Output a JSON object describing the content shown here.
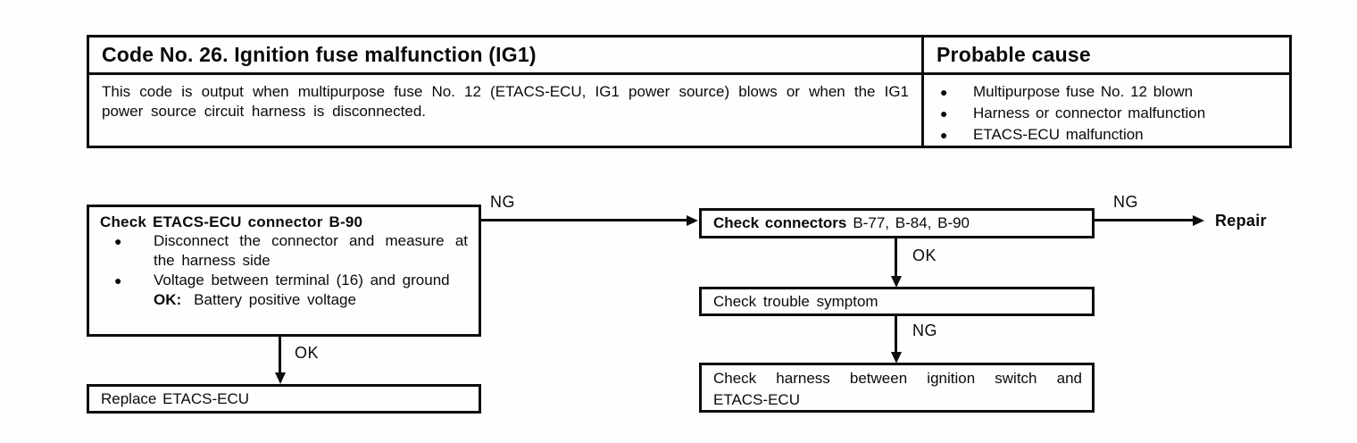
{
  "colors": {
    "ink": "#0d0d0d",
    "paper": "#fefefe"
  },
  "icons": {
    "bullet": "●"
  },
  "table": {
    "code_title": "Code No. 26. Ignition fuse malfunction (IG1)",
    "probable_cause_header": "Probable cause",
    "description": "This code is output when multipurpose fuse No. 12 (ETACS-ECU, IG1 power source) blows or when the IG1 power source circuit harness is disconnected.",
    "causes": [
      "Multipurpose fuse No. 12 blown",
      "Harness or connector malfunction",
      "ETACS-ECU malfunction"
    ]
  },
  "flowchart": {
    "step1": {
      "title": "Check ETACS-ECU connector B-90",
      "bullet1": "Disconnect the connector and measure at the harness side",
      "bullet2": "Voltage between terminal (16) and ground",
      "ok_key": "OK:",
      "ok_value": "Battery positive voltage"
    },
    "step2": {
      "label_bold": "Check connectors",
      "label_rest": "B-77, B-84, B-90"
    },
    "step3": {
      "label": "Check trouble symptom"
    },
    "step4": {
      "label": "Check harness between ignition switch and ETACS-ECU"
    },
    "step5": {
      "label": "Replace ETACS-ECU"
    },
    "labels": {
      "ng1": "NG",
      "ng2": "NG",
      "ok1": "OK",
      "ng3": "NG",
      "ok2": "OK",
      "repair": "Repair"
    }
  }
}
